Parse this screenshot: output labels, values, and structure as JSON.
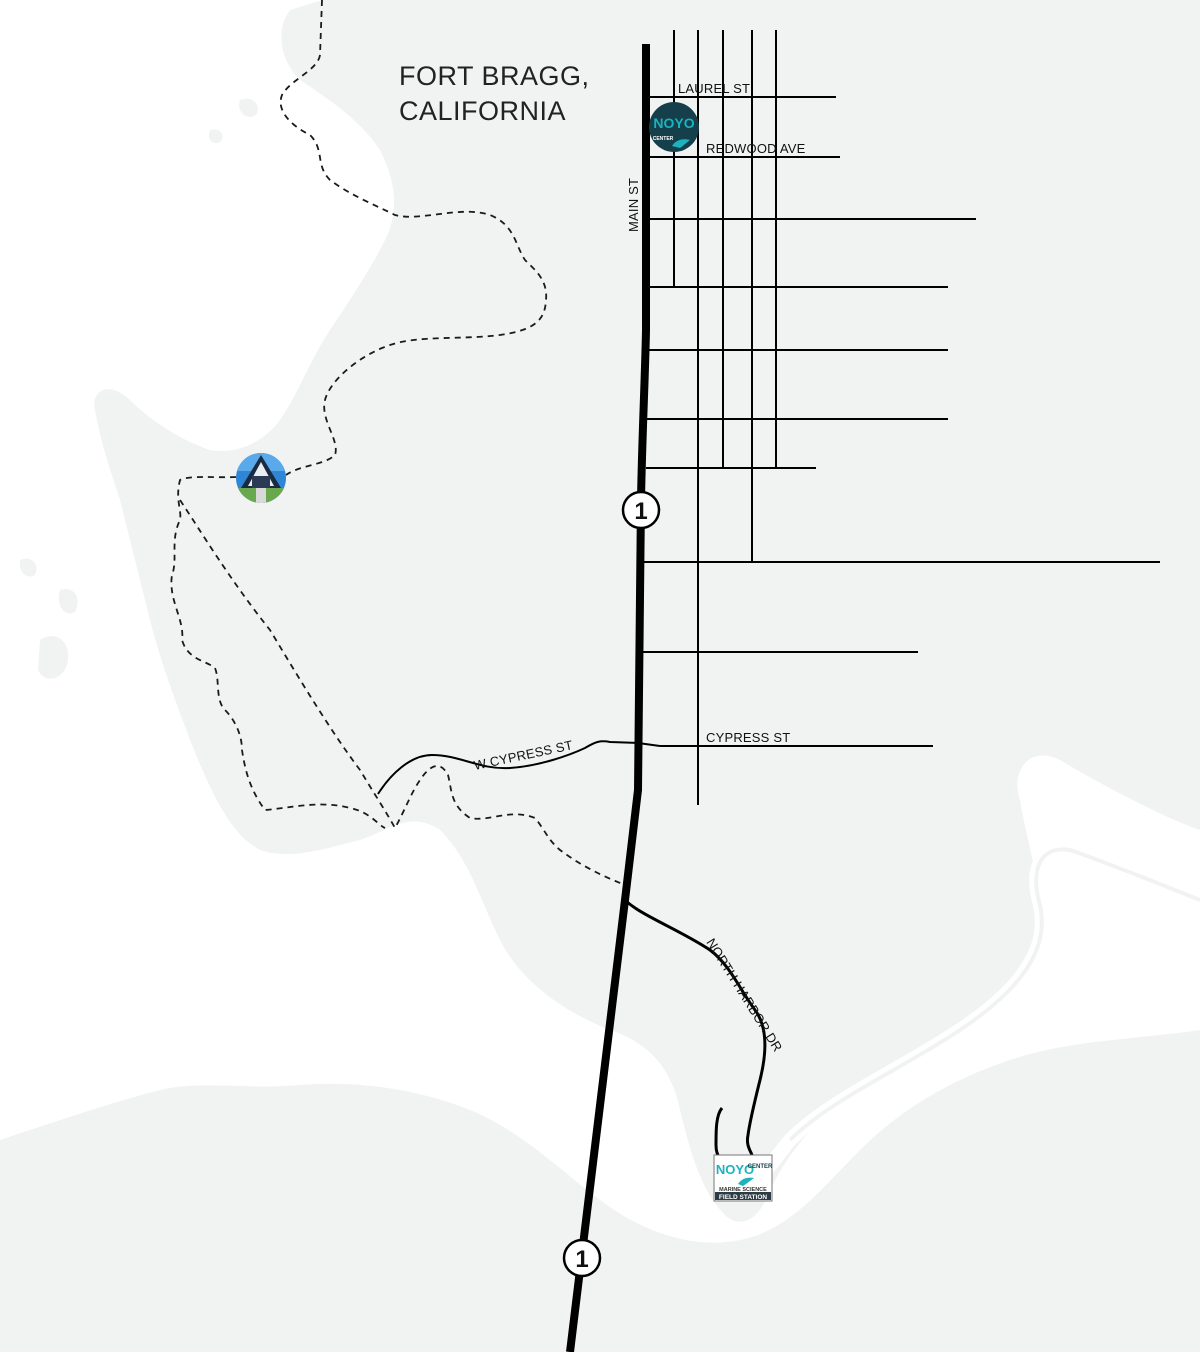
{
  "map": {
    "city_title_line1": "FORT BRAGG,",
    "city_title_line2": "CALIFORNIA",
    "streets": {
      "laurel": "LAUREL ST",
      "redwood": "REDWOOD AVE",
      "main": "MAIN ST",
      "cypress": "CYPRESS ST",
      "w_cypress": "W CYPRESS ST",
      "north_harbor": "NORTH HARBOR DR"
    },
    "highway_shields": [
      {
        "route": "1"
      },
      {
        "route": "1"
      }
    ],
    "markers": {
      "noyo_center": {
        "icon": "noyo-center-logo-icon",
        "logo_text": "NOYO",
        "logo_sub": "CENTER"
      },
      "glass_beach": {
        "icon": "building-photo-icon"
      },
      "field_station": {
        "icon": "field-station-logo-icon",
        "logo_text": "NOYO",
        "logo_sub": "CENTER",
        "line1": "MARINE SCIENCE",
        "line2": "FIELD STATION"
      }
    },
    "colors": {
      "land": "#f1f3f2",
      "water": "#ffffff",
      "road": "#000000",
      "logo_teal": "#1ab3bf",
      "logo_dark": "#153f4a"
    }
  }
}
